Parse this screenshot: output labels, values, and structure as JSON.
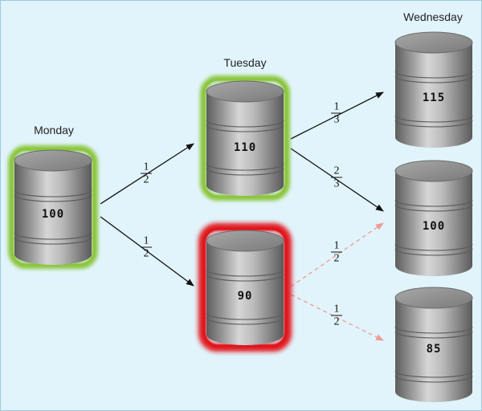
{
  "colors": {
    "background": "#e1f4fb",
    "good_glow": "#8cc63f",
    "bad_glow": "#e0161b",
    "solid_arrow": "#111111",
    "dashed_arrow": "#f19a96"
  },
  "days": {
    "monday": "Monday",
    "tuesday": "Tuesday",
    "wednesday": "Wednesday"
  },
  "barrels": {
    "monday": {
      "value": "100",
      "state": "highlighted-green"
    },
    "tuesday_up": {
      "value": "110",
      "state": "highlighted-green"
    },
    "tuesday_down": {
      "value": "90",
      "state": "highlighted-red"
    },
    "wednesday_top": {
      "value": "115",
      "state": "plain"
    },
    "wednesday_mid": {
      "value": "100",
      "state": "plain"
    },
    "wednesday_bot": {
      "value": "85",
      "state": "plain"
    }
  },
  "edges": {
    "mon_to_tue_up": {
      "numerator": "1",
      "denominator": "2",
      "style": "solid"
    },
    "mon_to_tue_down": {
      "numerator": "1",
      "denominator": "2",
      "style": "solid"
    },
    "tue_up_to_wed_top": {
      "numerator": "1",
      "denominator": "3",
      "style": "solid"
    },
    "tue_up_to_wed_mid": {
      "numerator": "2",
      "denominator": "3",
      "style": "solid"
    },
    "tue_down_to_wed_mid": {
      "numerator": "1",
      "denominator": "2",
      "style": "dashed"
    },
    "tue_down_to_wed_bot": {
      "numerator": "1",
      "denominator": "2",
      "style": "dashed"
    }
  }
}
